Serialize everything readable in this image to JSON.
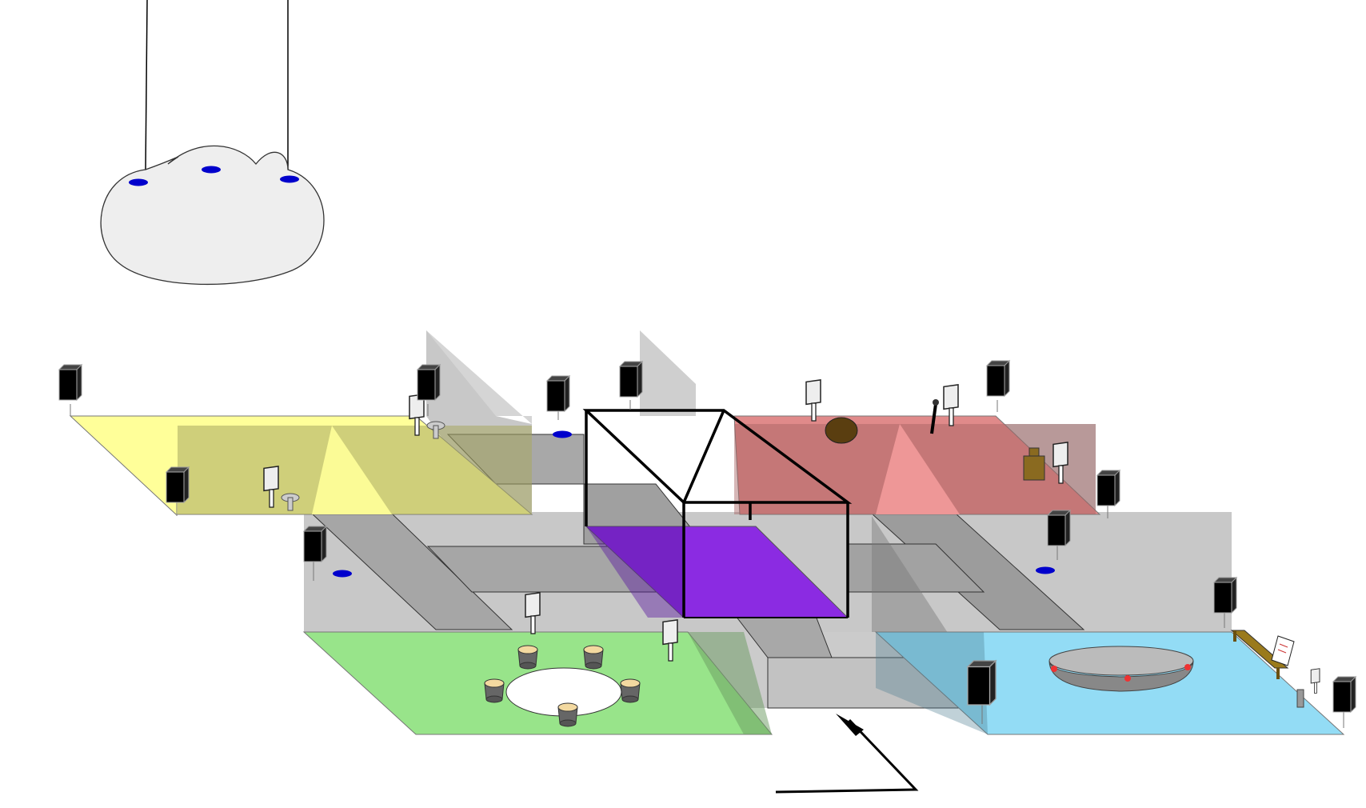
{
  "diagram": {
    "kind": "isometric installation floor plan",
    "rooms": [
      {
        "id": "yellow",
        "color": "#ffff99"
      },
      {
        "id": "red",
        "color": "#e08a8a"
      },
      {
        "id": "purple",
        "color": "#8b2be2"
      },
      {
        "id": "green",
        "color": "#98e48a"
      },
      {
        "id": "blue",
        "color": "#93dcf5"
      }
    ],
    "corridor_color": "#c8c8c8",
    "corridor_shadow": "#9a9a9a",
    "speaker_color": "#000000",
    "sensor_color": "#0000cc",
    "cloud_color": "#eeeeee",
    "icons": [
      "speaker-icon",
      "sensor-dot-icon",
      "sign-icon",
      "stool-icon",
      "table-icon",
      "bench-icon",
      "microphone-icon",
      "lantern-icon",
      "arrow-icon",
      "cloud-icon"
    ]
  }
}
